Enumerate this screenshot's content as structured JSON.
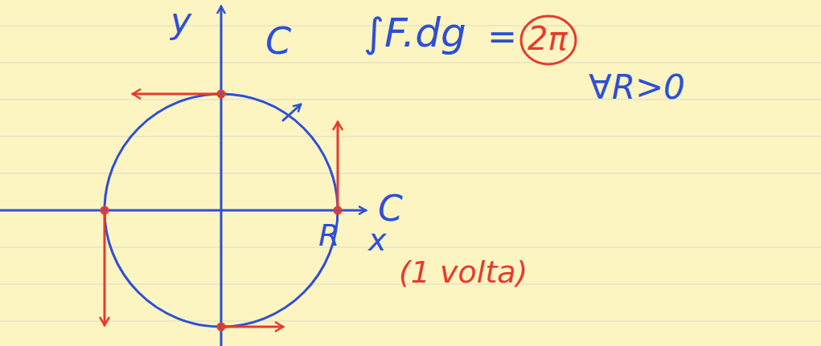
{
  "diagram": {
    "labels": [
      "y",
      "C",
      "∫F.dg",
      "=",
      "2π",
      "∀R>0",
      "C",
      "R",
      "x",
      "(1 volta)"
    ]
  }
}
